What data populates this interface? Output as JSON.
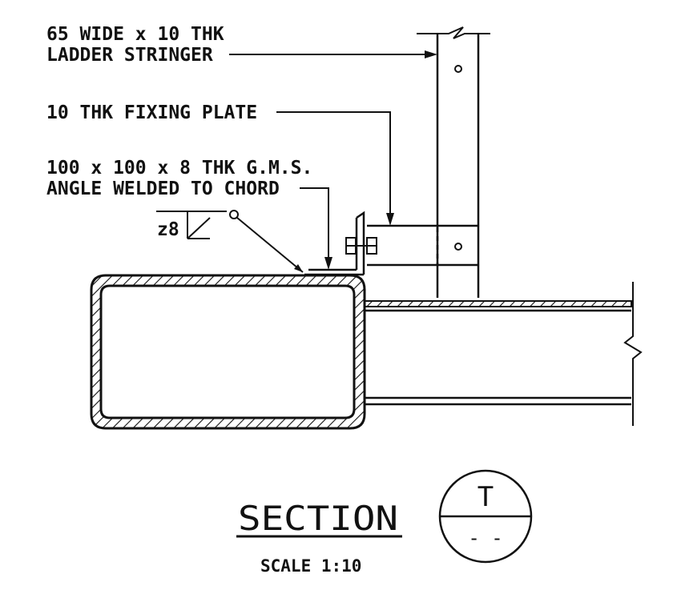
{
  "labels": {
    "stringer_line1": "65 WIDE x 10 THK",
    "stringer_line2": "LADDER STRINGER",
    "fixing_plate": "10 THK FIXING PLATE",
    "angle_line1": "100 x 100 x 8 THK G.M.S.",
    "angle_line2": "ANGLE WELDED TO CHORD",
    "weld_size": "z8"
  },
  "title": {
    "heading": "SECTION",
    "scale": "SCALE 1:10",
    "callout_letter": "T",
    "callout_sheet": "- -"
  },
  "colors": {
    "ink": "#111111",
    "background": "#ffffff"
  }
}
